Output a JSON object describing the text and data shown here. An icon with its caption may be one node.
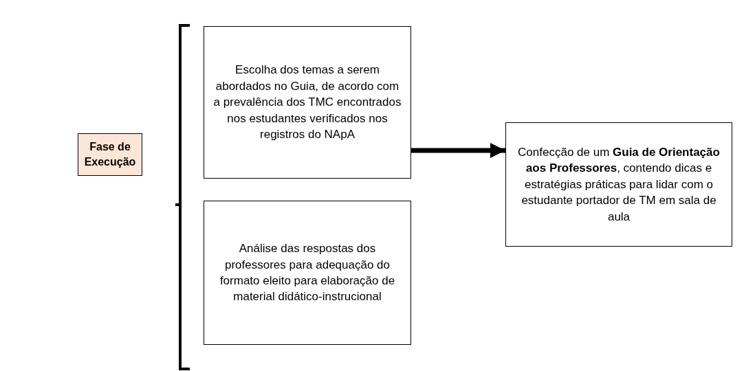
{
  "diagram": {
    "nodes": [
      {
        "text": [
          "Fase de Execução"
        ]
      },
      {
        "text": [
          "Escolha dos temas a serem abordados no Guia, de acordo com a prevalência dos TMC encontrados nos estudantes verificados nos registros do NApA"
        ]
      },
      {
        "text": [
          "Análise das respostas dos professores para adequação do formato eleito para elaboração de material didático-instrucional"
        ]
      },
      {
        "text": [
          "Confecção de um **Guia de Orientação aos Professores**, contendo dicas e estratégias práticas para lidar com o estudante portador de TM em sala de aula"
        ]
      }
    ],
    "edges": [
      {
        "from": 1,
        "to": 3,
        "arrow": "to"
      }
    ]
  }
}
